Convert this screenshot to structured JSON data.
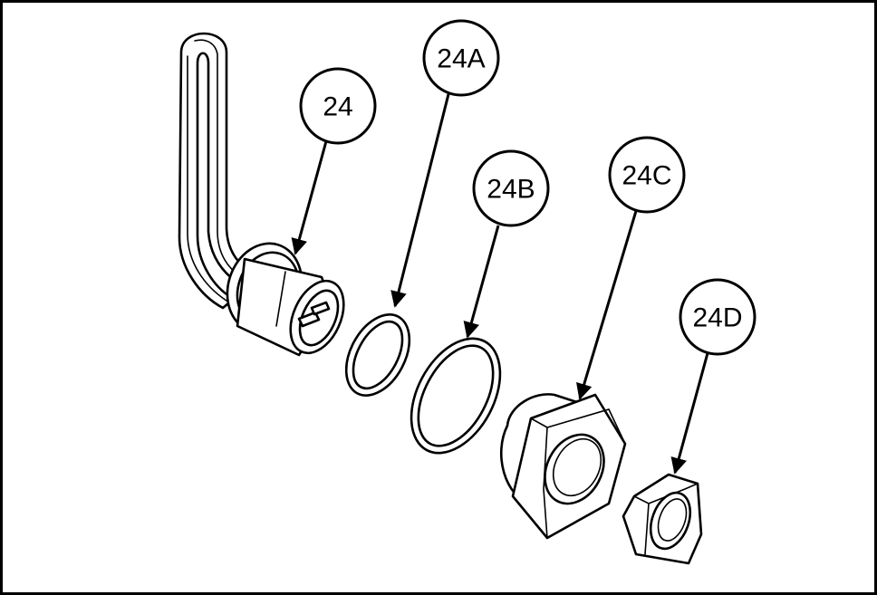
{
  "callouts": [
    {
      "id": "24",
      "label": "24"
    },
    {
      "id": "24a",
      "label": "24A"
    },
    {
      "id": "24b",
      "label": "24B"
    },
    {
      "id": "24c",
      "label": "24C"
    },
    {
      "id": "24d",
      "label": "24D"
    }
  ]
}
